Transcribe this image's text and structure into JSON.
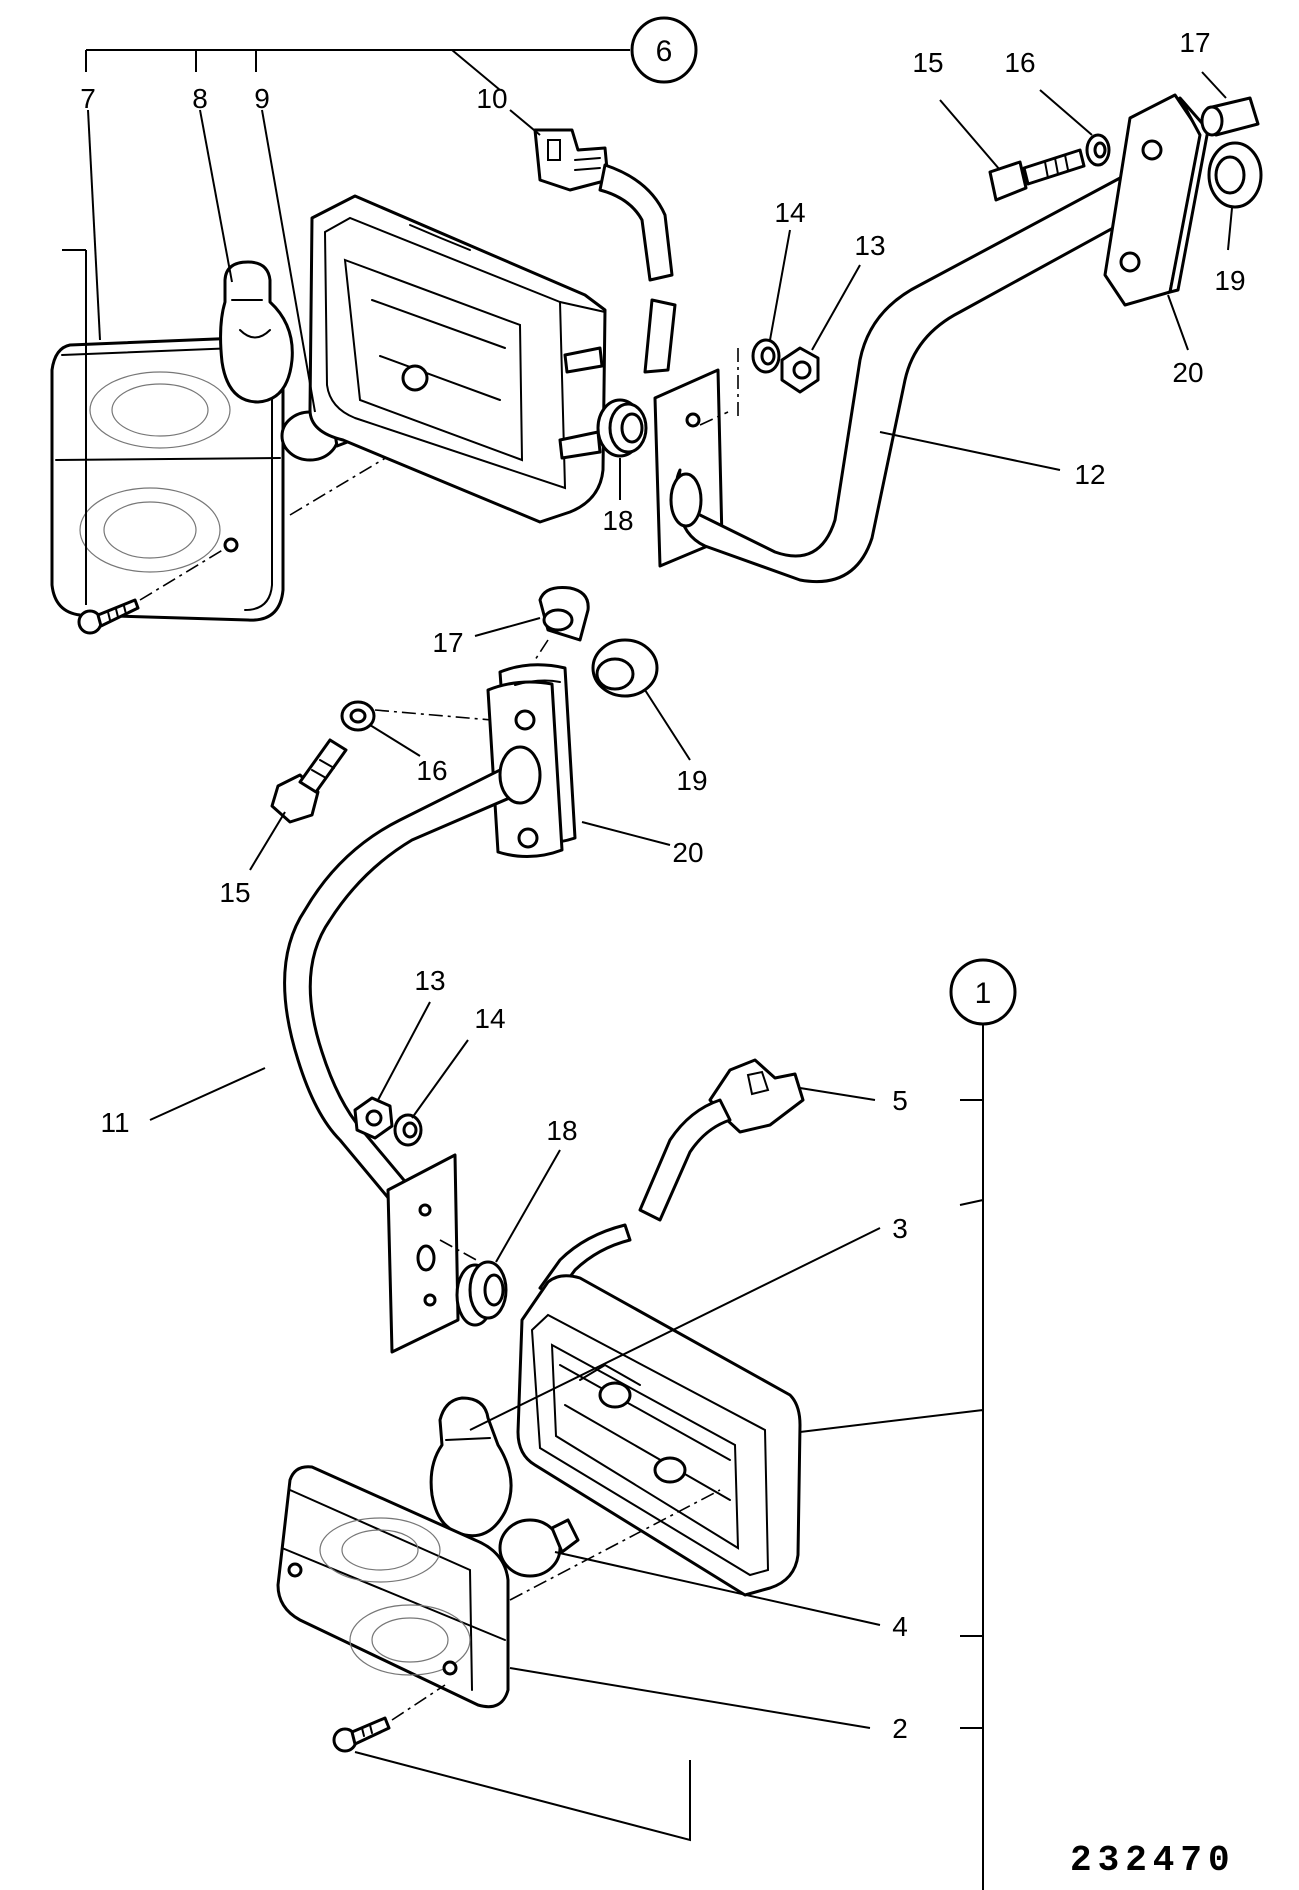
{
  "figure_number": "232470",
  "assemblies": [
    {
      "id": "upper",
      "callout": "6",
      "label": "callout-6"
    },
    {
      "id": "lower",
      "callout": "1",
      "label": "callout-1"
    }
  ],
  "labels": {
    "upper": {
      "p7": "7",
      "p8": "8",
      "p9": "9",
      "p10": "10",
      "p12": "12",
      "p13": "13",
      "p14": "14",
      "p15": "15",
      "p16": "16",
      "p17": "17",
      "p18": "18",
      "p19": "19",
      "p20": "20"
    },
    "lower": {
      "p2": "2",
      "p3": "3",
      "p4": "4",
      "p5": "5",
      "p11": "11",
      "p13": "13",
      "p14": "14",
      "p15": "15",
      "p16": "16",
      "p17": "17",
      "p18": "18",
      "p19": "19",
      "p20": "20"
    }
  }
}
